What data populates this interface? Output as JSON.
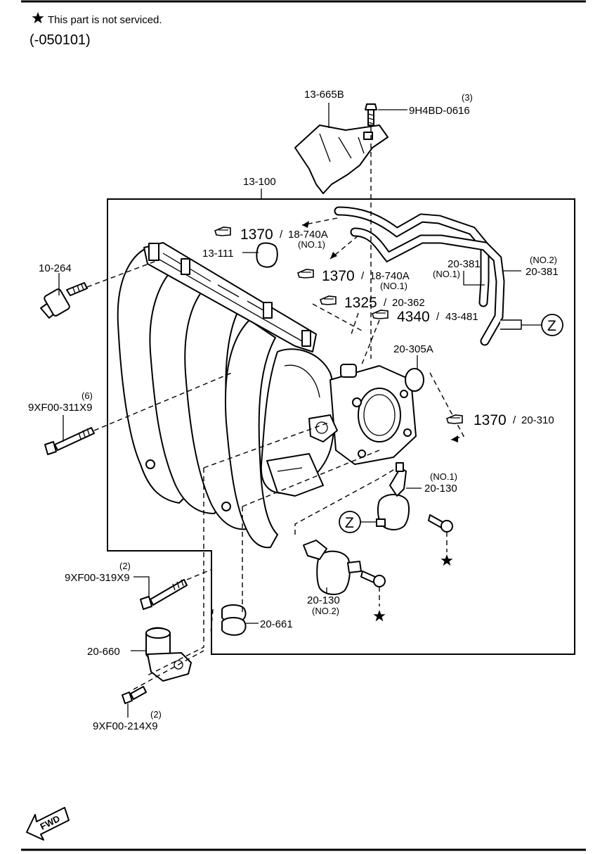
{
  "header": {
    "note": "This part is not serviced.",
    "date_range": "(-050101)"
  },
  "callouts": {
    "p13665B": "13-665B",
    "p9H4BD": "9H4BD-0616",
    "p9H4BD_qty": "(3)",
    "p13100": "13-100",
    "p10264": "10-264",
    "p13111": "13-111",
    "p9XF311": "9XF00-311X9",
    "p9XF311_qty": "(6)",
    "p20381_no1": "20-381",
    "p20381_no1_sub": "(NO.1)",
    "p20381_no2": "20-381",
    "p20381_no2_sub": "(NO.2)",
    "p20305A": "20-305A",
    "p20130_no1": "20-130",
    "p20130_no1_sub": "(NO.1)",
    "p20130_no2": "20-130",
    "p20130_no2_sub": "(NO.2)",
    "p9XF319": "9XF00-319X9",
    "p9XF319_qty": "(2)",
    "p20661": "20-661",
    "p20660": "20-660",
    "p9XF214": "9XF00-214X9",
    "p9XF214_qty": "(2)",
    "z1": "Z",
    "z2": "Z",
    "fwd": "FWD"
  },
  "refs": [
    {
      "num": "1370",
      "part": "18-740A",
      "sub": "(NO.1)"
    },
    {
      "num": "1370",
      "part": "18-740A",
      "sub": "(NO.1)"
    },
    {
      "num": "1325",
      "part": "20-362",
      "sub": ""
    },
    {
      "num": "4340",
      "part": "43-481",
      "sub": ""
    },
    {
      "num": "1370",
      "part": "20-310",
      "sub": ""
    }
  ],
  "colors": {
    "ink": "#000000",
    "paper": "#ffffff"
  }
}
